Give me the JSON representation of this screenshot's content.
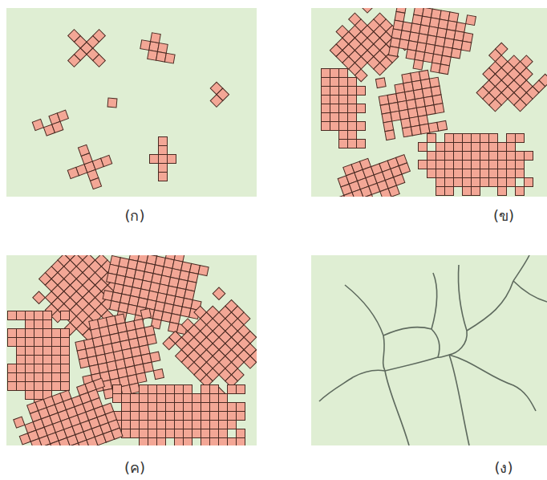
{
  "diagram": {
    "labels": [
      "(ก)",
      "(ข)",
      "(ค)",
      "(ง)"
    ]
  }
}
